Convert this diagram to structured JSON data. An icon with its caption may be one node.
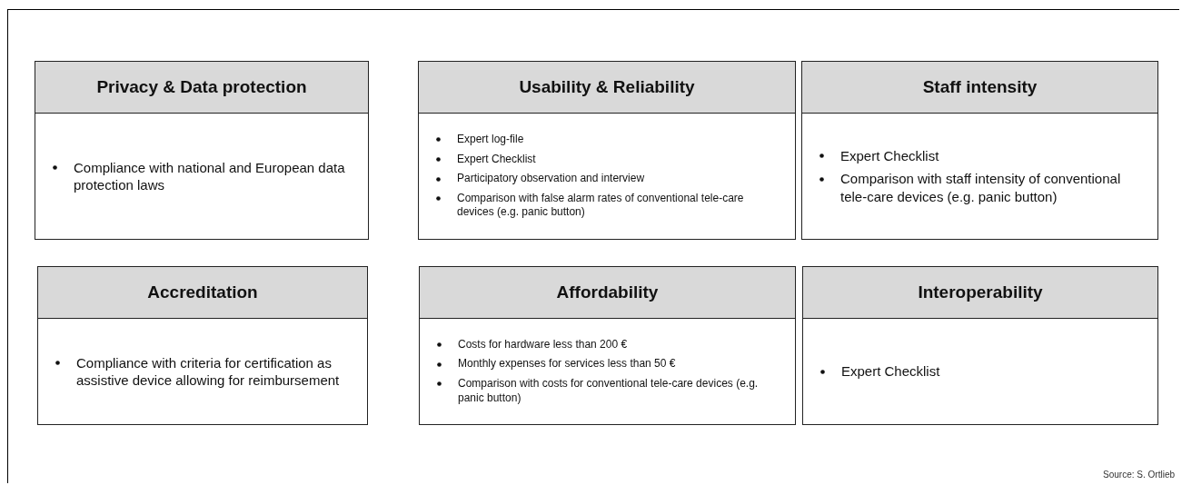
{
  "diagram": {
    "nodes": [
      {
        "text": [
          "Privacy & Data protection",
          "Compliance with national and European data protection laws"
        ]
      },
      {
        "text": [
          "Usability & Reliability",
          "Expert log-file",
          "Expert Checklist",
          "Participatory observation and interview",
          "Comparison with false alarm rates of conventional tele-care devices (e.g. panic button)"
        ]
      },
      {
        "text": [
          "Staff intensity",
          "Expert Checklist",
          "Comparison with staff intensity of conventional tele-care devices (e.g. panic button)"
        ]
      },
      {
        "text": [
          "Accreditation",
          "Compliance with criteria for certification as assistive device allowing for reimbursement"
        ]
      },
      {
        "text": [
          "Affordability",
          "Costs for hardware less than 200 €",
          "Monthly expenses for services less than 50 €",
          "Comparison with costs for conventional tele-care devices (e.g. panic button)"
        ]
      },
      {
        "text": [
          "Interoperability",
          "Expert Checklist"
        ]
      }
    ],
    "labels": [
      "Source: S. Ortlieb"
    ]
  }
}
